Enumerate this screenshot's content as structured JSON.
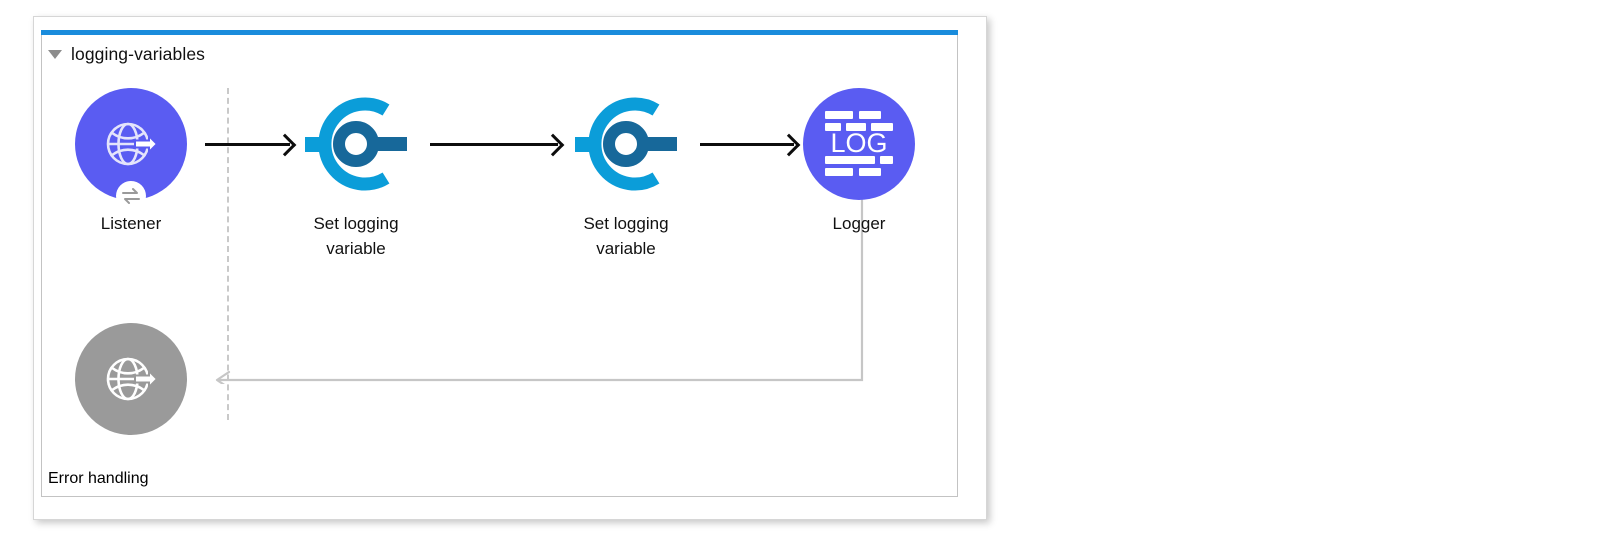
{
  "app": {
    "canvas_background": "#ffffff",
    "panel_accent_color": "#1a8cdc"
  },
  "flow": {
    "name": "logging-variables",
    "expanded": true,
    "twisty_icon": "triangle-down-icon"
  },
  "error_section": {
    "name": "Error handling",
    "expanded": false,
    "twisty_icon": "triangle-right-icon"
  },
  "nodes": [
    {
      "id": "listener",
      "label": "Listener",
      "icon": "globe-arrow-icon",
      "badge": "request-response-icon",
      "shape": "circle",
      "color": "#5a5cf2",
      "kind": "source"
    },
    {
      "id": "set-logging-variable-1",
      "label": "Set logging\nvariable",
      "icon": "logging-variable-icon",
      "shape": "icon",
      "color": "#0b9dd9",
      "accent_color": "#17689a",
      "kind": "processor"
    },
    {
      "id": "set-logging-variable-2",
      "label": "Set logging\nvariable",
      "icon": "logging-variable-icon",
      "shape": "icon",
      "color": "#0b9dd9",
      "accent_color": "#17689a",
      "kind": "processor"
    },
    {
      "id": "logger",
      "label": "Logger",
      "icon": "log-icon",
      "icon_text": "LOG",
      "shape": "circle",
      "color": "#5a5cf2",
      "kind": "processor"
    },
    {
      "id": "listener-response",
      "label": "",
      "icon": "globe-arrow-icon",
      "shape": "circle",
      "color": "#9a9a9a",
      "kind": "source-response"
    }
  ],
  "connectors": [
    {
      "id": "c1",
      "from": "listener",
      "to": "set-logging-variable-1",
      "style": "solid",
      "color": "#0d0d0d",
      "direction": "right"
    },
    {
      "id": "c2",
      "from": "set-logging-variable-1",
      "to": "set-logging-variable-2",
      "style": "solid",
      "color": "#0d0d0d",
      "direction": "right"
    },
    {
      "id": "c3",
      "from": "set-logging-variable-2",
      "to": "logger",
      "style": "solid",
      "color": "#0d0d0d",
      "direction": "right"
    },
    {
      "id": "c4",
      "from": "logger",
      "to": "listener-response",
      "style": "solid",
      "color": "#c6c6c6",
      "direction": "left"
    }
  ],
  "divider": {
    "name": "source-process-divider",
    "style": "dashed",
    "color": "#c9c9c9"
  }
}
